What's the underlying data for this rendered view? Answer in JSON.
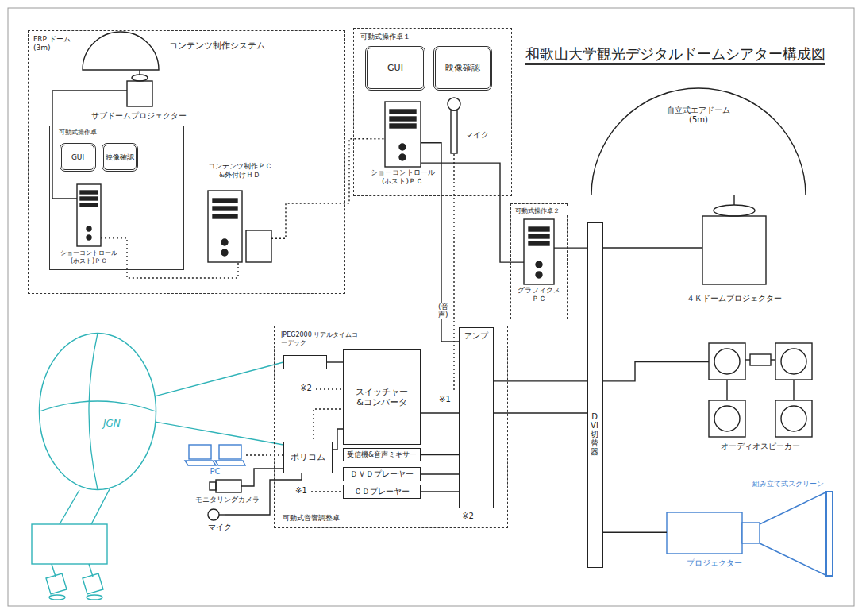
{
  "diagram": {
    "title": "和歌山大学観光デジタルドームシアター構成図",
    "nodes": [
      {
        "text": [
          "コンテンツ制作システム"
        ]
      },
      {
        "text": [
          "FRP ドーム (3m)"
        ],
        "in": 0
      },
      {
        "text": [
          "サブドームプロジェクター"
        ],
        "in": 0
      },
      {
        "text": [
          "可動式操作卓"
        ],
        "in": 0
      },
      {
        "text": [
          "GUI"
        ],
        "in": 3
      },
      {
        "text": [
          "映像確認"
        ],
        "in": 3
      },
      {
        "text": [
          "ショーコントロール (ホスト)ＰＣ"
        ],
        "in": 3
      },
      {
        "text": [
          "コンテンツ制作ＰＣ &外付けＨＤ"
        ],
        "in": 0
      },
      {
        "text": [
          "可動式操作卓１"
        ]
      },
      {
        "text": [
          "GUI"
        ],
        "in": 8
      },
      {
        "text": [
          "映像確認"
        ],
        "in": 8
      },
      {
        "text": [
          "ショーコントロール (ホスト)ＰＣ"
        ],
        "in": 8
      },
      {
        "text": [
          "マイク"
        ],
        "in": 8
      },
      {
        "text": [
          "可動式操作卓２"
        ]
      },
      {
        "text": [
          "グラフィクスＰＣ"
        ],
        "in": 13
      },
      {
        "text": [
          "自立式エアドーム (5m)"
        ]
      },
      {
        "text": [
          "４Ｋドームプロジェクター"
        ]
      },
      {
        "text": [
          "JGN"
        ]
      },
      {
        "text": [
          "PC"
        ]
      },
      {
        "text": [
          "可動式音響調整卓"
        ]
      },
      {
        "text": [
          "JPEG2000 リアルタイムコーデック"
        ],
        "in": 19
      },
      {
        "text": [
          "スイッチャー &コンバータ"
        ],
        "in": 19
      },
      {
        "text": [
          "アンプ"
        ],
        "in": 19
      },
      {
        "text": [
          "ポリコム"
        ],
        "in": 19
      },
      {
        "text": [
          "受信機&音声ミキサー"
        ],
        "in": 19
      },
      {
        "text": [
          "ＤＶＤプレーヤー"
        ],
        "in": 19
      },
      {
        "text": [
          "ＣＤプレーヤー"
        ],
        "in": 19
      },
      {
        "text": [
          "モニタリングカメラ"
        ]
      },
      {
        "text": [
          "マイク"
        ]
      },
      {
        "text": [
          "DVI切替器"
        ]
      },
      {
        "text": [
          "オーディオスピーカー"
        ]
      },
      {
        "text": [
          "プロジェクター"
        ]
      },
      {
        "text": [
          "組み立て式スクリーン"
        ]
      }
    ],
    "edges": [
      {
        "from": 2,
        "to": 1,
        "arrow": "none"
      },
      {
        "from": 6,
        "to": 2,
        "arrow": "none"
      },
      {
        "from": 6,
        "to": 7,
        "arrow": "none"
      },
      {
        "from": 7,
        "to": 11,
        "arrow": "none"
      },
      {
        "from": 11,
        "to": 14,
        "arrow": "none"
      },
      {
        "from": 11,
        "to": 22,
        "label": "(音声)",
        "arrow": "none"
      },
      {
        "from": 14,
        "to": 29,
        "arrow": "none"
      },
      {
        "from": 29,
        "to": 16,
        "arrow": "none"
      },
      {
        "from": 16,
        "to": 15,
        "arrow": "none"
      },
      {
        "from": 17,
        "to": 20,
        "arrow": "none"
      },
      {
        "from": 17,
        "to": 23,
        "arrow": "none"
      },
      {
        "from": 18,
        "to": 21,
        "arrow": "none"
      },
      {
        "from": 20,
        "to": 21,
        "arrow": "none"
      },
      {
        "from": 23,
        "to": 21,
        "arrow": "none"
      },
      {
        "from": 24,
        "to": 22,
        "arrow": "none"
      },
      {
        "from": 25,
        "to": 22,
        "arrow": "none"
      },
      {
        "from": 26,
        "to": 22,
        "arrow": "none"
      },
      {
        "from": 21,
        "to": 29,
        "arrow": "none"
      },
      {
        "from": 22,
        "to": 30,
        "arrow": "none"
      },
      {
        "from": 27,
        "to": 23,
        "arrow": "none"
      },
      {
        "from": 28,
        "to": 23,
        "arrow": "none"
      },
      {
        "from": 29,
        "to": 31,
        "arrow": "none"
      }
    ],
    "labels": [
      "※2",
      "※1",
      "※1",
      "※2"
    ]
  }
}
